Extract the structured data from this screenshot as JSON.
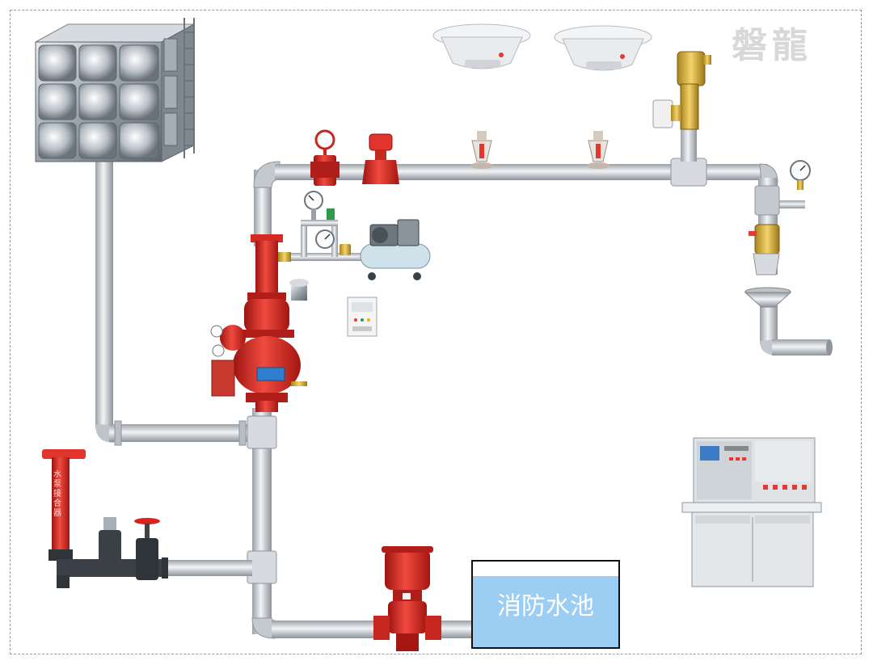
{
  "watermark": "磐龍",
  "pool_label": "消防水池",
  "adapter_label": "水泵接合器",
  "colors": {
    "pipe": "#c9cdd2",
    "pipe_edge": "#8f959c",
    "valve_red": "#d8231f",
    "pool_water": "#9ccdf2",
    "pool_border": "#111111"
  },
  "icons": [
    "water-tank-icon",
    "smoke-detector-icon",
    "sprinkler-icon",
    "pressure-gauge-icon",
    "air-compressor-icon",
    "control-panel-icon",
    "fire-pump-icon",
    "alarm-valve-icon",
    "drain-funnel-icon",
    "pump-adapter-icon",
    "gate-valve-icon",
    "signal-valve-icon"
  ]
}
